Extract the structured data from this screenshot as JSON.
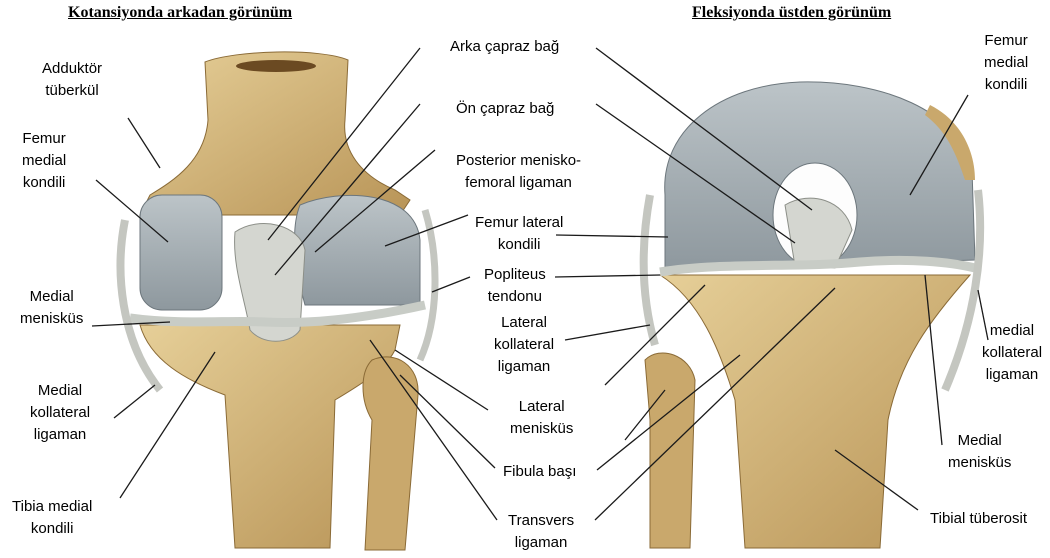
{
  "headings": {
    "left": "Kotansiyonda arkadan görünüm",
    "right": "Fleksiyonda üstden görünüm"
  },
  "labels": {
    "adduktor_tuberkul": [
      "Adduktör",
      "tüberkül"
    ],
    "femur_medial_kondili_left": [
      "Femur",
      "medial",
      "kondili"
    ],
    "medial_menisküs_left": [
      "Medial",
      "menisküs"
    ],
    "medial_kollateral_left": [
      "Medial",
      "kollateral",
      "ligaman"
    ],
    "tibia_medial_kondili": [
      "Tibia medial",
      "kondili"
    ],
    "arka_capraz_bag": "Arka çapraz bağ",
    "on_capraz_bag": "Ön çapraz bağ",
    "posterior_menisko": [
      "Posterior menisko-",
      "femoral ligaman"
    ],
    "femur_lateral_kondili": [
      "Femur lateral",
      "kondili"
    ],
    "popliteus_tendonu": [
      "Popliteus",
      "tendonu"
    ],
    "lateral_kollateral": [
      "Lateral",
      "kollateral",
      "ligaman"
    ],
    "lateral_meniskus": [
      "Lateral",
      "menisküs"
    ],
    "fibula_basi": "Fibula başı",
    "transvers_ligaman": [
      "Transvers",
      "ligaman"
    ],
    "femur_medial_kondili_right": [
      "Femur",
      "medial",
      "kondili"
    ],
    "medial_kollateral_right": [
      "medial",
      "kollateral",
      "ligaman"
    ],
    "medial_menisküs_right": [
      "Medial",
      "menisküs"
    ],
    "tibial_tuberosit": "Tibial tüberosit"
  },
  "colors": {
    "bone": "#d9bf86",
    "bone_shade": "#a5824a",
    "cartilage": "#a4aeb4",
    "ligament": "#c9ccc6",
    "leader_line": "#1a1a1a"
  }
}
